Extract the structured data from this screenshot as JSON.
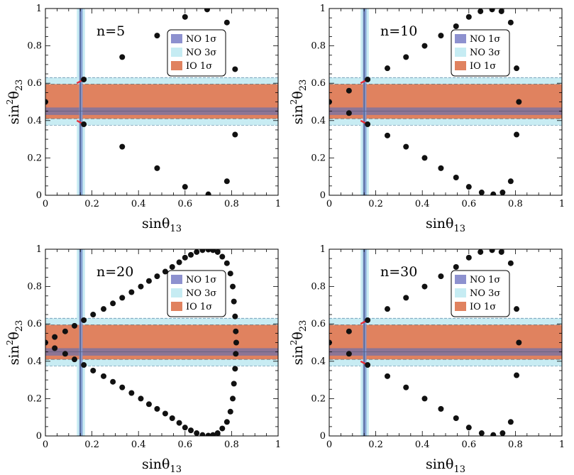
{
  "figure": {
    "xlabel_main": "sinθ",
    "xlabel_sub": "13",
    "ylabel_main": "sin",
    "ylabel_sup": "2",
    "ylabel_theta": "θ",
    "ylabel_sub": "23",
    "legend": [
      {
        "label": "NO 1σ",
        "color": "#8d91cf"
      },
      {
        "label": "NO 3σ",
        "color": "#c6ecf3"
      },
      {
        "label": "IO 1σ",
        "color": "#e0825f"
      }
    ],
    "colors": {
      "no3": "#c8ecf3",
      "io1": "#e0825f",
      "no1_overlap": "#8d7595",
      "no1_vertical": "#7c97d0",
      "no1_vertical_core": "#5a73c2",
      "best_fit_line": "#4a5a8a",
      "red_segment": "#e8303a",
      "point": "#111111"
    }
  },
  "chart_data": [
    {
      "type": "scatter",
      "label": "n=5",
      "xlim": [
        0,
        1
      ],
      "ylim": [
        0,
        1
      ],
      "xticks": [
        0,
        0.2,
        0.4,
        0.6,
        0.8,
        1
      ],
      "yticks": [
        0,
        0.2,
        0.4,
        0.6,
        0.8,
        1
      ],
      "xtick_labels": [
        "0",
        "0.2",
        "0.4",
        "0.6",
        "0.8",
        "1"
      ],
      "ytick_labels": [
        "0",
        "0.2",
        "0.4",
        "0.6",
        "0.8",
        "1"
      ],
      "bands": {
        "no3_y": [
          0.375,
          0.63
        ],
        "io1_y": [
          0.41,
          0.595
        ],
        "no1_y": [
          0.43,
          0.47
        ],
        "no3_x": [
          0.135,
          0.17
        ],
        "no1_x": [
          0.145,
          0.16
        ],
        "best_x": 0.15
      },
      "red_segments": [
        [
          0.135,
          0.6,
          0.165,
          0.62
        ],
        [
          0.135,
          0.4,
          0.165,
          0.38
        ]
      ],
      "points": [
        [
          0,
          0.5
        ],
        [
          0.165,
          0.62
        ],
        [
          0.165,
          0.38
        ],
        [
          0.33,
          0.74
        ],
        [
          0.33,
          0.26
        ],
        [
          0.48,
          0.855
        ],
        [
          0.48,
          0.145
        ],
        [
          0.6,
          0.955
        ],
        [
          0.6,
          0.045
        ],
        [
          0.695,
          0.995
        ],
        [
          0.7,
          0.005
        ],
        [
          0.78,
          0.925
        ],
        [
          0.78,
          0.075
        ],
        [
          0.815,
          0.675
        ],
        [
          0.815,
          0.325
        ]
      ]
    },
    {
      "type": "scatter",
      "label": "n=10",
      "xlim": [
        0,
        1
      ],
      "ylim": [
        0,
        1
      ],
      "xticks": [
        0,
        0.2,
        0.4,
        0.6,
        0.8,
        1
      ],
      "yticks": [
        0,
        0.2,
        0.4,
        0.6,
        0.8,
        1
      ],
      "xtick_labels": [
        "0",
        "0.2",
        "0.4",
        "0.6",
        "0.8",
        "1"
      ],
      "ytick_labels": [
        "0",
        "0.2",
        "0.4",
        "0.6",
        "0.8",
        "1"
      ],
      "bands": {
        "no3_y": [
          0.375,
          0.63
        ],
        "io1_y": [
          0.41,
          0.595
        ],
        "no1_y": [
          0.43,
          0.47
        ],
        "no3_x": [
          0.135,
          0.17
        ],
        "no1_x": [
          0.145,
          0.16
        ],
        "best_x": 0.15
      },
      "red_segments": [
        [
          0.135,
          0.6,
          0.165,
          0.62
        ],
        [
          0.135,
          0.4,
          0.165,
          0.38
        ]
      ],
      "points": [
        [
          0,
          0.5
        ],
        [
          0.085,
          0.56
        ],
        [
          0.085,
          0.44
        ],
        [
          0.165,
          0.62
        ],
        [
          0.165,
          0.38
        ],
        [
          0.25,
          0.68
        ],
        [
          0.25,
          0.32
        ],
        [
          0.33,
          0.74
        ],
        [
          0.33,
          0.26
        ],
        [
          0.41,
          0.8
        ],
        [
          0.41,
          0.2
        ],
        [
          0.48,
          0.855
        ],
        [
          0.48,
          0.145
        ],
        [
          0.545,
          0.905
        ],
        [
          0.545,
          0.095
        ],
        [
          0.6,
          0.955
        ],
        [
          0.6,
          0.045
        ],
        [
          0.65,
          0.985
        ],
        [
          0.655,
          0.015
        ],
        [
          0.7,
          0.995
        ],
        [
          0.705,
          0.005
        ],
        [
          0.74,
          0.985
        ],
        [
          0.745,
          0.015
        ],
        [
          0.78,
          0.925
        ],
        [
          0.78,
          0.075
        ],
        [
          0.805,
          0.68
        ],
        [
          0.805,
          0.325
        ],
        [
          0.815,
          0.5
        ]
      ]
    },
    {
      "type": "scatter",
      "label": "n=20",
      "xlim": [
        0,
        1
      ],
      "ylim": [
        0,
        1
      ],
      "xticks": [
        0,
        0.2,
        0.4,
        0.6,
        0.8,
        1
      ],
      "yticks": [
        0,
        0.2,
        0.4,
        0.6,
        0.8,
        1
      ],
      "xtick_labels": [
        "0",
        "0.2",
        "0.4",
        "0.6",
        "0.8",
        "1"
      ],
      "ytick_labels": [
        "0",
        "0.2",
        "0.4",
        "0.6",
        "0.8",
        "1"
      ],
      "bands": {
        "no3_y": [
          0.375,
          0.63
        ],
        "io1_y": [
          0.41,
          0.595
        ],
        "no1_y": [
          0.43,
          0.47
        ],
        "no3_x": [
          0.135,
          0.17
        ],
        "no1_x": [
          0.145,
          0.16
        ],
        "best_x": 0.15
      },
      "red_segments": [],
      "points": [
        [
          0,
          0.5
        ],
        [
          0.04,
          0.53
        ],
        [
          0.04,
          0.47
        ],
        [
          0.085,
          0.56
        ],
        [
          0.085,
          0.44
        ],
        [
          0.125,
          0.59
        ],
        [
          0.125,
          0.41
        ],
        [
          0.165,
          0.62
        ],
        [
          0.165,
          0.38
        ],
        [
          0.205,
          0.65
        ],
        [
          0.205,
          0.35
        ],
        [
          0.25,
          0.68
        ],
        [
          0.25,
          0.32
        ],
        [
          0.29,
          0.71
        ],
        [
          0.29,
          0.29
        ],
        [
          0.33,
          0.74
        ],
        [
          0.33,
          0.26
        ],
        [
          0.37,
          0.77
        ],
        [
          0.37,
          0.23
        ],
        [
          0.41,
          0.8
        ],
        [
          0.41,
          0.2
        ],
        [
          0.445,
          0.83
        ],
        [
          0.445,
          0.17
        ],
        [
          0.48,
          0.855
        ],
        [
          0.48,
          0.145
        ],
        [
          0.515,
          0.88
        ],
        [
          0.515,
          0.12
        ],
        [
          0.545,
          0.905
        ],
        [
          0.545,
          0.095
        ],
        [
          0.575,
          0.93
        ],
        [
          0.575,
          0.07
        ],
        [
          0.6,
          0.955
        ],
        [
          0.6,
          0.045
        ],
        [
          0.625,
          0.97
        ],
        [
          0.625,
          0.03
        ],
        [
          0.65,
          0.985
        ],
        [
          0.65,
          0.015
        ],
        [
          0.675,
          0.995
        ],
        [
          0.675,
          0.005
        ],
        [
          0.7,
          0.998
        ],
        [
          0.7,
          0.002
        ],
        [
          0.72,
          0.995
        ],
        [
          0.72,
          0.005
        ],
        [
          0.74,
          0.985
        ],
        [
          0.74,
          0.015
        ],
        [
          0.76,
          0.96
        ],
        [
          0.76,
          0.04
        ],
        [
          0.78,
          0.925
        ],
        [
          0.78,
          0.075
        ],
        [
          0.795,
          0.87
        ],
        [
          0.795,
          0.13
        ],
        [
          0.805,
          0.8
        ],
        [
          0.805,
          0.2
        ],
        [
          0.81,
          0.72
        ],
        [
          0.81,
          0.28
        ],
        [
          0.815,
          0.64
        ],
        [
          0.815,
          0.36
        ],
        [
          0.818,
          0.56
        ],
        [
          0.818,
          0.44
        ],
        [
          0.82,
          0.5
        ]
      ]
    },
    {
      "type": "scatter",
      "label": "n=30",
      "xlim": [
        0,
        1
      ],
      "ylim": [
        0,
        1
      ],
      "xticks": [
        0,
        0.2,
        0.4,
        0.6,
        0.8,
        1
      ],
      "yticks": [
        0,
        0.2,
        0.4,
        0.6,
        0.8,
        1
      ],
      "xtick_labels": [
        "0",
        "0.2",
        "0.4",
        "0.6",
        "0.8",
        "1"
      ],
      "ytick_labels": [
        "0",
        "0.2",
        "0.4",
        "0.6",
        "0.8",
        "1"
      ],
      "bands": {
        "no3_y": [
          0.375,
          0.63
        ],
        "io1_y": [
          0.41,
          0.595
        ],
        "no1_y": [
          0.43,
          0.47
        ],
        "no3_x": [
          0.135,
          0.17
        ],
        "no1_x": [
          0.145,
          0.16
        ],
        "best_x": 0.15
      },
      "red_segments": [
        [
          0.135,
          0.6,
          0.165,
          0.62
        ],
        [
          0.135,
          0.4,
          0.165,
          0.38
        ]
      ],
      "points": [
        [
          0,
          0.5
        ],
        [
          0.085,
          0.56
        ],
        [
          0.085,
          0.44
        ],
        [
          0.165,
          0.62
        ],
        [
          0.165,
          0.38
        ],
        [
          0.25,
          0.68
        ],
        [
          0.25,
          0.32
        ],
        [
          0.33,
          0.74
        ],
        [
          0.33,
          0.26
        ],
        [
          0.41,
          0.8
        ],
        [
          0.41,
          0.2
        ],
        [
          0.48,
          0.855
        ],
        [
          0.48,
          0.145
        ],
        [
          0.545,
          0.905
        ],
        [
          0.545,
          0.095
        ],
        [
          0.6,
          0.955
        ],
        [
          0.6,
          0.045
        ],
        [
          0.65,
          0.985
        ],
        [
          0.655,
          0.015
        ],
        [
          0.7,
          0.995
        ],
        [
          0.705,
          0.005
        ],
        [
          0.74,
          0.985
        ],
        [
          0.745,
          0.015
        ],
        [
          0.78,
          0.925
        ],
        [
          0.78,
          0.075
        ],
        [
          0.805,
          0.68
        ],
        [
          0.805,
          0.325
        ],
        [
          0.815,
          0.5
        ]
      ]
    }
  ]
}
